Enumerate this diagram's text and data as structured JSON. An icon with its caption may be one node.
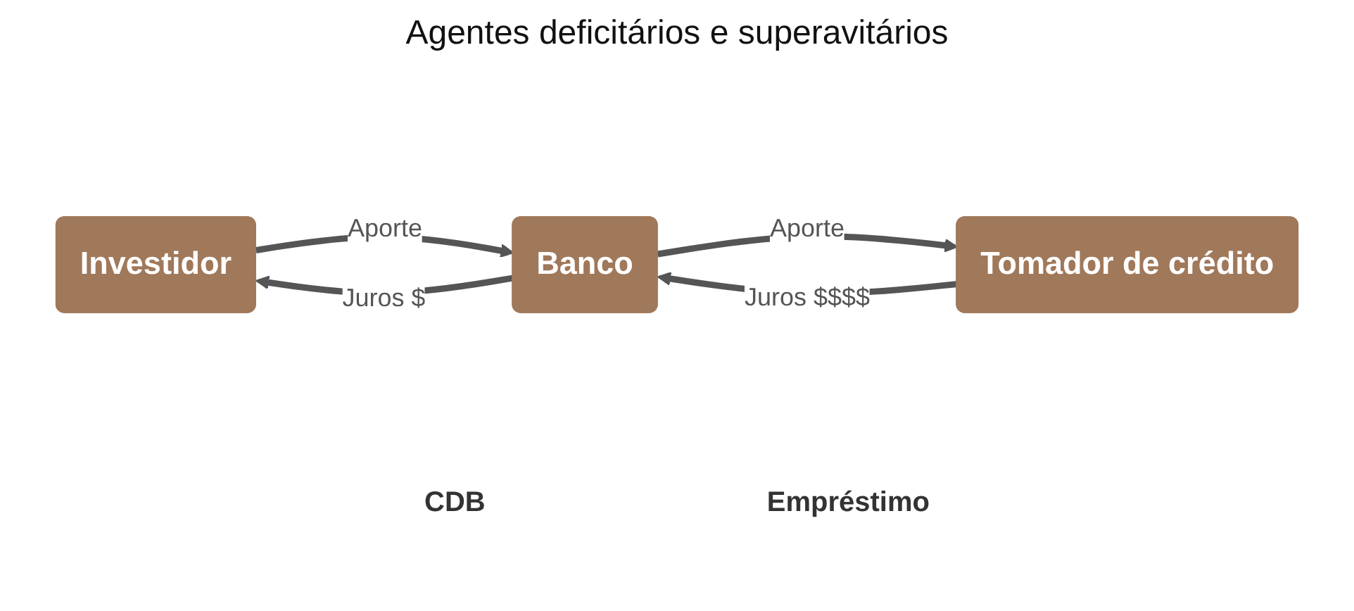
{
  "diagram": {
    "title": "Agentes deficitários e superavitários",
    "nodes": [
      {
        "text": [
          "Investidor"
        ]
      },
      {
        "text": [
          "Banco"
        ]
      },
      {
        "text": [
          "Tomador de crédito"
        ]
      }
    ],
    "edges": [
      {
        "from": 0,
        "to": 1,
        "arrow": "to",
        "label": "Aporte"
      },
      {
        "from": 1,
        "to": 0,
        "arrow": "to",
        "label": "Juros $"
      },
      {
        "from": 1,
        "to": 2,
        "arrow": "to",
        "label": "Aporte"
      },
      {
        "from": 2,
        "to": 1,
        "arrow": "to",
        "label": "Juros $$$$"
      }
    ],
    "labels": [
      "CDB",
      "Empréstimo"
    ]
  }
}
